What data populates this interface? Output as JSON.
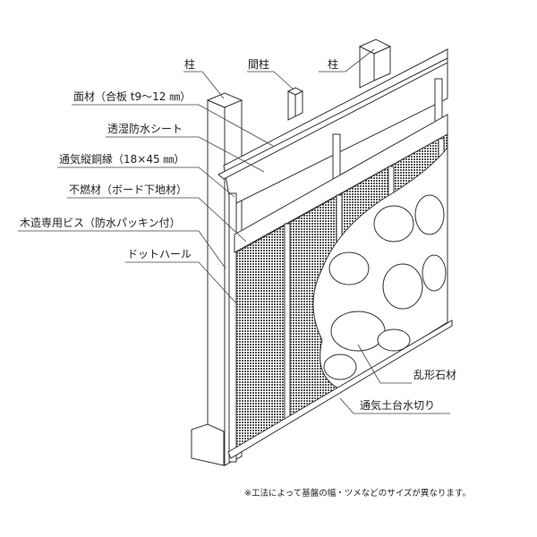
{
  "labels": {
    "pillar_left": "柱",
    "stud": "間柱",
    "pillar_right": "柱",
    "face_material": "面材（合板 t9～12 ㎜）",
    "moisture_sheet": "透湿防水シート",
    "furring": "通気縦銅縁（18×45 ㎜）",
    "noncombustible": "不燃材（ボード下地材）",
    "screw": "木造専用ビス（防水パッキン付）",
    "dot_lath": "ドットハール",
    "stone": "乱形石材",
    "drip": "通気土台水切り"
  },
  "note": "※工法によって基盤の幅・ツメなどのサイズが異なります。"
}
